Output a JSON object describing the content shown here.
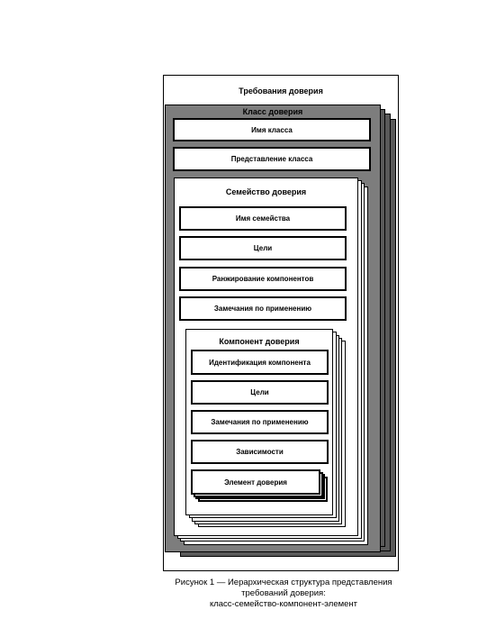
{
  "diagram": {
    "title": "Требования доверия",
    "assurance_class": {
      "label": "Класс доверия",
      "items": [
        "Имя класса",
        "Представление класса"
      ]
    },
    "assurance_family": {
      "label": "Семейство доверия",
      "items": [
        "Имя семейства",
        "Цели",
        "Ранжирование компонентов",
        "Замечания по применению"
      ]
    },
    "assurance_component": {
      "label": "Компонент доверия",
      "items": [
        "Идентификация компонента",
        "Цели",
        "Замечания по применению",
        "Зависимости"
      ]
    },
    "assurance_element": {
      "label": "Элемент доверия"
    }
  },
  "caption": {
    "line1": "Рисунок 1 — Иерархическая структура представления",
    "line2": "требований доверия:",
    "line3": "класс-семейство-компонент-элемент"
  }
}
